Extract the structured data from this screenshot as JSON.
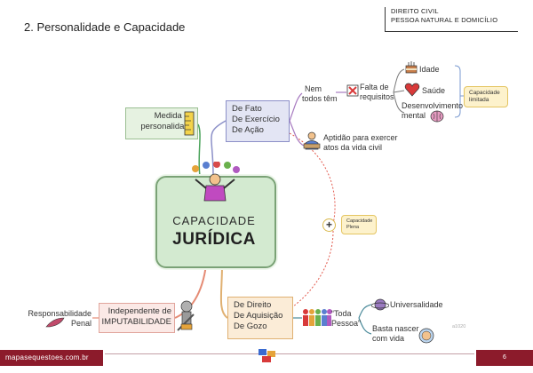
{
  "header": {
    "section_title": "2. Personalidade e Capacidade",
    "topic_line1": "DIREITO CIVIL",
    "topic_line2": "PESSOA NATURAL E DOMICÍLIO"
  },
  "central": {
    "line1": "CAPACIDADE",
    "line2": "JURÍDICA"
  },
  "branches": {
    "de_fato": {
      "lines": [
        "De Fato",
        "De Exercício",
        "De Ação"
      ]
    },
    "nem_todos": {
      "lines": [
        "Nem",
        "todos têm"
      ]
    },
    "falta": {
      "lines": [
        "Falta de",
        "requisitos"
      ]
    },
    "idade": "Idade",
    "saude": "Saúde",
    "desenvolvimento": {
      "lines": [
        "Desenvolvimento",
        "mental"
      ]
    },
    "cap_limitada": {
      "lines": [
        "Capacidade",
        "limitada"
      ]
    },
    "aptidao": {
      "lines": [
        "Aptidão para exercer",
        "atos da vida civil"
      ]
    },
    "medida": {
      "lines": [
        "Medida da",
        "personalidade"
      ]
    },
    "cap_plena": {
      "lines": [
        "Capacidade",
        "Plena"
      ]
    },
    "de_direito": {
      "lines": [
        "De Direito",
        "De Aquisição",
        "De Gozo"
      ]
    },
    "toda_pessoa": {
      "lines": [
        "“Toda",
        "Pessoa”"
      ]
    },
    "universalidade": "Universalidade",
    "basta": {
      "lines": [
        "Basta nascer",
        "com vida"
      ]
    },
    "independente": {
      "lines": [
        "Independente de",
        "IMPUTABILIDADE"
      ]
    },
    "responsabilidade": {
      "lines": [
        "Responsabilidade",
        "Penal"
      ]
    }
  },
  "footer": {
    "site": "mapasequestoes.com.br",
    "page": "6",
    "code": "a1020"
  },
  "icons": [
    "ruler-icon",
    "juggler-icon",
    "cross-icon",
    "worker-icon",
    "cake-icon",
    "heart-icon",
    "brain-icon",
    "people-icon",
    "planet-icon",
    "baby-icon",
    "knight-icon",
    "feather-icon",
    "logo-icon"
  ],
  "colors": {
    "footer_bg": "#8c1b2b",
    "central_fill": "#d3ead0",
    "fato_fill": "#e3e5f4",
    "direito_fill": "#fbecd7",
    "callout_fill": "#fdf2cc"
  }
}
